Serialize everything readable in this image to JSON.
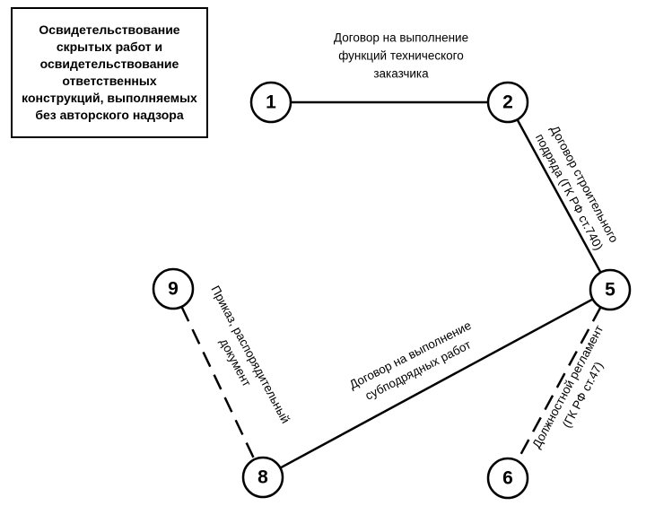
{
  "title_box": {
    "lines": [
      "Освидетельствование",
      "скрытых работ и",
      "освидетельствование",
      "ответственных",
      "конструкций, выполняемых",
      "без авторского надзора"
    ]
  },
  "nodes": [
    {
      "id": "1",
      "label": "1"
    },
    {
      "id": "2",
      "label": "2"
    },
    {
      "id": "5",
      "label": "5"
    },
    {
      "id": "6",
      "label": "6"
    },
    {
      "id": "8",
      "label": "8"
    },
    {
      "id": "9",
      "label": "9"
    }
  ],
  "edges": [
    {
      "from": "1",
      "to": "2",
      "style": "solid",
      "label_lines": [
        "Договор на выполнение",
        "функций технического",
        "заказчика"
      ]
    },
    {
      "from": "2",
      "to": "5",
      "style": "solid",
      "label_lines": [
        "Договор строительного",
        "подряда (ГК  РФ ст.740)"
      ]
    },
    {
      "from": "5",
      "to": "8",
      "style": "solid",
      "label_lines": [
        "Договор на выполнение",
        "субподрядных работ"
      ]
    },
    {
      "from": "5",
      "to": "6",
      "style": "dashed",
      "label_lines": [
        "Должностной регламент",
        "(ГК РФ ст.47)"
      ]
    },
    {
      "from": "9",
      "to": "8",
      "style": "dashed",
      "label_lines": [
        "Приказ, распорядительный",
        "документ"
      ]
    }
  ]
}
